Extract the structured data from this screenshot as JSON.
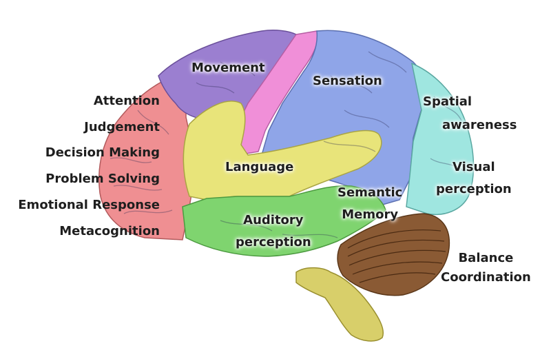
{
  "colors": {
    "frontal": "#ef8f92",
    "motor": "#9b7fd0",
    "sensory_strip": "#f08fd8",
    "parietal": "#8fa5e8",
    "occipital": "#9fe6e0",
    "language": "#e8e47a",
    "temporal": "#7fd46f",
    "cerebellum": "#8a5a34",
    "brainstem": "#d8cf6a"
  },
  "labels": {
    "frontal": [
      "Attention",
      "Judgement",
      "Decision Making",
      "Problem Solving",
      "Emotional Response",
      "Metacognition"
    ],
    "movement": "Movement",
    "sensation": "Sensation",
    "spatial": [
      "Spatial",
      "awareness"
    ],
    "visual": [
      "Visual",
      "perception"
    ],
    "language": "Language",
    "semantic": [
      "Semantic",
      "Memory"
    ],
    "auditory": [
      "Auditory",
      "perception"
    ],
    "cerebellum": [
      "Balance",
      "Coordination"
    ]
  }
}
